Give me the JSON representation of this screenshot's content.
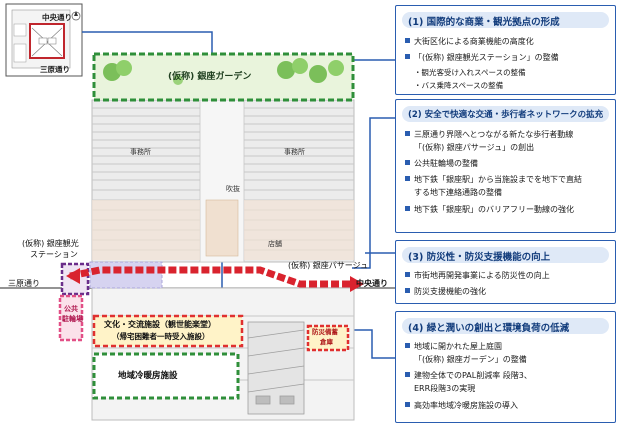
{
  "map": {
    "street_top": "中央通り",
    "street_bottom": "三原通り"
  },
  "labels": {
    "garden": "(仮称) 銀座ガーデン",
    "office_left": "事務所",
    "office_right": "事務所",
    "atrium": "吹抜",
    "shops": "店舗",
    "station_line1": "(仮称) 銀座観光",
    "station_line2": "ステーション",
    "passage": "(仮称) 銀座パサージュ",
    "street_left": "三原通り",
    "street_right": "中央通り",
    "public_parking_1": "公共",
    "public_parking_2": "駐輪場",
    "culture_line1": "文化・交流施設（観世能楽堂）",
    "culture_line2": "（帰宅困難者一時受入施設）",
    "disaster_1": "防災備蓄",
    "disaster_2": "倉庫",
    "heating": "地域冷暖房施設"
  },
  "panels": [
    {
      "title": "(1) 国際的な商業・観光拠点の形成",
      "items": [
        "大街区化による商業機能の高度化",
        "「(仮称) 銀座観光ステーション」の整備"
      ],
      "subs": [
        "・観光客受け入れスペースの整備",
        "・バス乗降スペースの整備"
      ]
    },
    {
      "title": "(2) 安全で快適な交通・歩行者ネットワークの拡充",
      "items": [
        "三原通り界隈へとつながる新たな歩行者動線",
        "公共駐輪場の整備",
        "地下鉄「銀座駅」から当施設までを地下で直結",
        "地下鉄「銀座駅」のバリアフリー動線の強化"
      ],
      "conts": [
        "「(仮称) 銀座パサージュ」の創出",
        "する地下連絡通路の整備"
      ]
    },
    {
      "title": "(3) 防災性・防災支援機能の向上",
      "items": [
        "市街地再開発事業による防災性の向上",
        "防災支援機能の強化"
      ]
    },
    {
      "title": "(4) 緑と潤いの創出と環境負荷の低減",
      "items": [
        "地域に開かれた屋上庭園",
        "建物全体でのPAL削減率 段階3、",
        "高効率地域冷暖房施設の導入"
      ],
      "conts": [
        "「(仮称) 銀座ガーデン」の整備",
        "ERR段階3の実現"
      ]
    }
  ],
  "colors": {
    "panel_border": "#2a5db0",
    "panel_head": "#dfe9f7",
    "route": "#d9232e",
    "green": "#2f8f3a",
    "orange": "#f1c232"
  }
}
